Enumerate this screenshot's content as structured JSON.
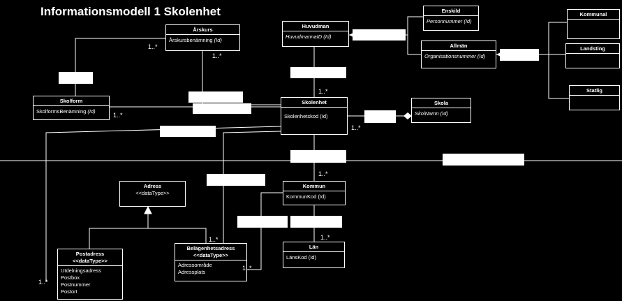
{
  "title": "Informationsmodell 1 Skolenhet",
  "classes": {
    "arskurs": {
      "name": "Årskurs",
      "attr_plain": "Årskursbenämning",
      "attr_id": "(Id)"
    },
    "skolform": {
      "name": "Skolform",
      "attr_plain": "SkolformsBenämning",
      "attr_id": "(Id)"
    },
    "huvudman": {
      "name": "Huvudman",
      "attr": "HuvudmannaID (Id)"
    },
    "enskild": {
      "name": "Enskild",
      "attr": "Personnummer (Id)"
    },
    "allman": {
      "name": "Allmän",
      "attr": "Organisationsnummer (Id)"
    },
    "kommunal": {
      "name": "Kommunal"
    },
    "landsting": {
      "name": "Landsting"
    },
    "statlig": {
      "name": "Statlig"
    },
    "skolenhet": {
      "name": "Skolenhet",
      "attr": "Skolenhetskod (Id)"
    },
    "skola": {
      "name": "Skola",
      "attr": "SkolNamn (Id)"
    },
    "kommun": {
      "name": "Kommun",
      "attr": "KommunKod (Id)"
    },
    "lan": {
      "name": "Län",
      "attr": "LänsKod (Id)"
    },
    "adress": {
      "name": "Adress",
      "stereotype": "<<dataType>>"
    },
    "postadress": {
      "name": "Postadress",
      "stereotype": "<<dataType>>",
      "attrs": [
        "Utdelningsadress",
        "Postbox",
        "Postnummer",
        "Postort"
      ]
    },
    "belagenhetsadress": {
      "name": "Belägenhetsadress",
      "stereotype": "<<dataType>>",
      "attrs": [
        "Adressområde",
        "Adressplats"
      ]
    }
  },
  "multiplicities": {
    "arskurs_left": "1..*",
    "arskurs_right": "1..*",
    "skolform": "1..*",
    "skolenhet_top": "1..*",
    "skolenhet_right": "1..*",
    "kommun_top": "1..*",
    "lan_top": "1..*",
    "belagenhet_top": "1..*",
    "belagenhet_right": "1..*",
    "postadress": "1..*"
  }
}
